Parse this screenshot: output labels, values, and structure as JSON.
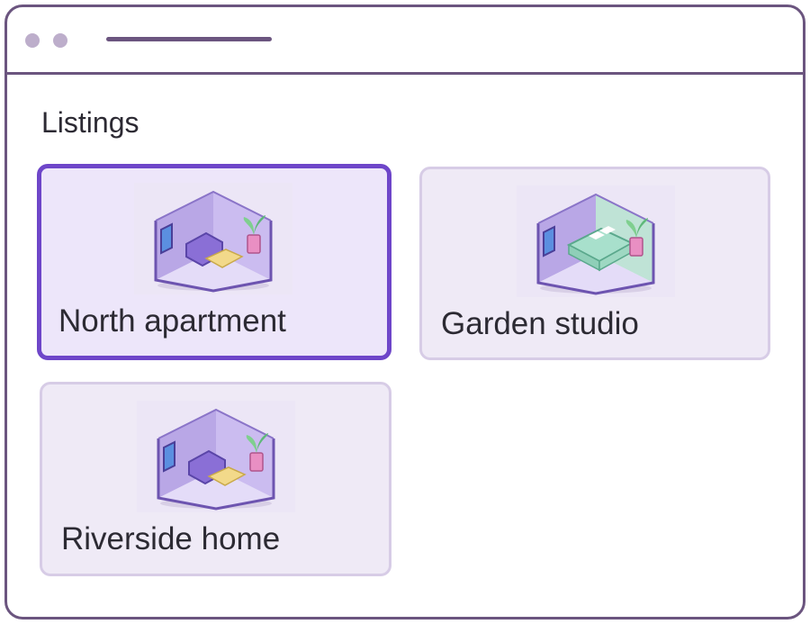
{
  "window": {
    "accent": "#6b557f",
    "selected_accent": "#6e46c9"
  },
  "main": {
    "heading": "Listings",
    "listings": [
      {
        "label": "North apartment",
        "image_icon": "living-room-icon",
        "selected": true
      },
      {
        "label": "Garden studio",
        "image_icon": "bedroom-icon",
        "selected": false
      },
      {
        "label": "Riverside home",
        "image_icon": "living-room-icon",
        "selected": false
      }
    ]
  }
}
